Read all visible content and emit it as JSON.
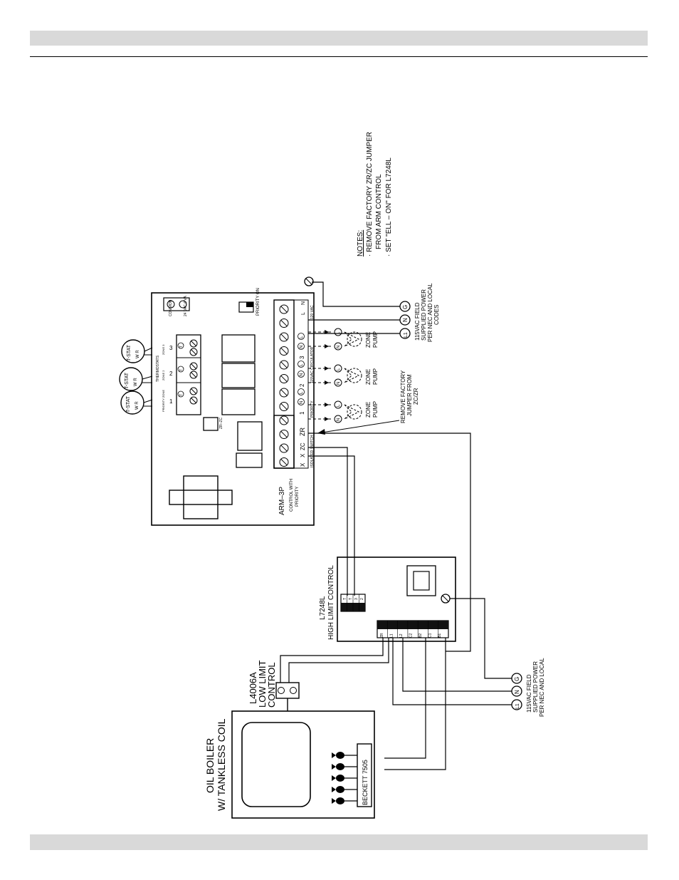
{
  "notes": {
    "heading": "NOTES:",
    "line1": "· REMOVE FACTORY ZR/ZC JUMPER",
    "line2": "FROM ARM CONTROL",
    "line3": "· SET \"ELL – ON\" FOR L7248L"
  },
  "arm": {
    "model": "ARM–3P",
    "desc1": "CONTROL WITH",
    "desc2": "PRIORITY",
    "thermostats_label": "THERMOSTATS",
    "zone1_label": "PRIORITY ZONE",
    "zone2_label": "ZONE 2",
    "zone3_label": "ZONE 3",
    "zone_numbers": [
      "1",
      "2",
      "3"
    ],
    "tstat_terminal": "T",
    "common_label": "COMMON",
    "va_label": "24 VAC 6 VA",
    "priority_on": "PRIORITY ON",
    "zrzc_label": "ZR–ZC",
    "circulator_label": "115VAC CIRCULATOR",
    "priority_small": "PRIORITY",
    "power_label": "120 VAC",
    "power_terminals": [
      "L",
      "N"
    ],
    "switch_terminals": [
      "X",
      "X",
      "ZC",
      "ZR"
    ],
    "isolated_switch": "ISOLATED SWITCH"
  },
  "tstat": {
    "label": "T-STAT",
    "wr": "W   R"
  },
  "pumps": {
    "label1": "ZONE",
    "label2": "PUMP",
    "node_letters": [
      "L",
      "N"
    ]
  },
  "jumper_note": {
    "line1": "REMOVE FACTORY",
    "line2": "JUMPER FROM",
    "line3": "ZC/ZR"
  },
  "field_power": {
    "nodes": [
      "L1",
      "N",
      "G"
    ],
    "line1": "115VAC FIELD",
    "line2": "SUPPLIED POWER",
    "line3": "PER NEC AND LOCAL",
    "line4": "CODES"
  },
  "l7248l": {
    "model": "L7248L",
    "line1": "HIGH  LIMIT CONTROL",
    "top_terminals": [
      "T",
      "T",
      "3",
      "2"
    ],
    "bottom_terminals": [
      "ZR",
      "L1",
      "L2",
      "C2",
      "B2",
      "C1",
      "B1"
    ]
  },
  "l4006a": {
    "model": "L4006A",
    "line1": "LOW LIMIT",
    "line2": "CONTROL"
  },
  "boiler": {
    "line1": "OIL BOILER",
    "line2": "W/ TANKLESS COIL",
    "burner": "BECKETT 7505"
  }
}
